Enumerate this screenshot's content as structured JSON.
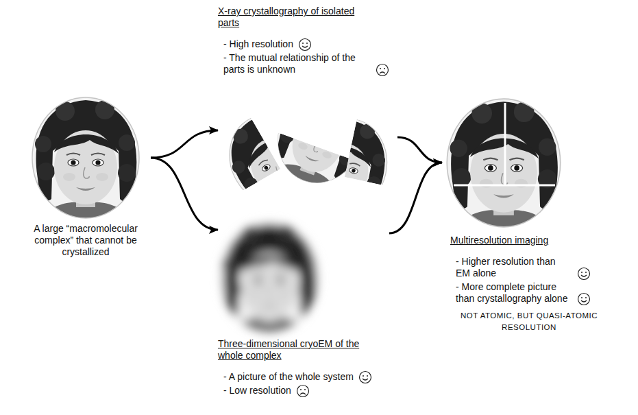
{
  "diagram": {
    "nodes": [
      {
        "text": [
          "A large “macromolecular complex” that cannot be crystallized"
        ]
      },
      {
        "text": [
          "X-ray crystallography of isolated parts",
          "- High resolution",
          "- The mutual relationship of the parts is unknown"
        ]
      },
      {
        "text": [
          "Three-dimensional cryoEM of the whole complex",
          "- A picture of the whole system",
          "- Low resolution"
        ]
      },
      {
        "text": [
          "Multiresolution imaging",
          "- Higher resolution than EM alone",
          "- More complete picture than crystallography alone",
          "NOT ATOMIC, BUT QUASI-ATOMIC RESOLUTION"
        ]
      }
    ],
    "edges": [
      {
        "from": 0,
        "to": 1,
        "arrow": "to"
      },
      {
        "from": 0,
        "to": 2,
        "arrow": "to"
      },
      {
        "from": 1,
        "to": 3,
        "arrow": "to"
      },
      {
        "from": 2,
        "to": 3,
        "arrow": "to"
      }
    ]
  }
}
